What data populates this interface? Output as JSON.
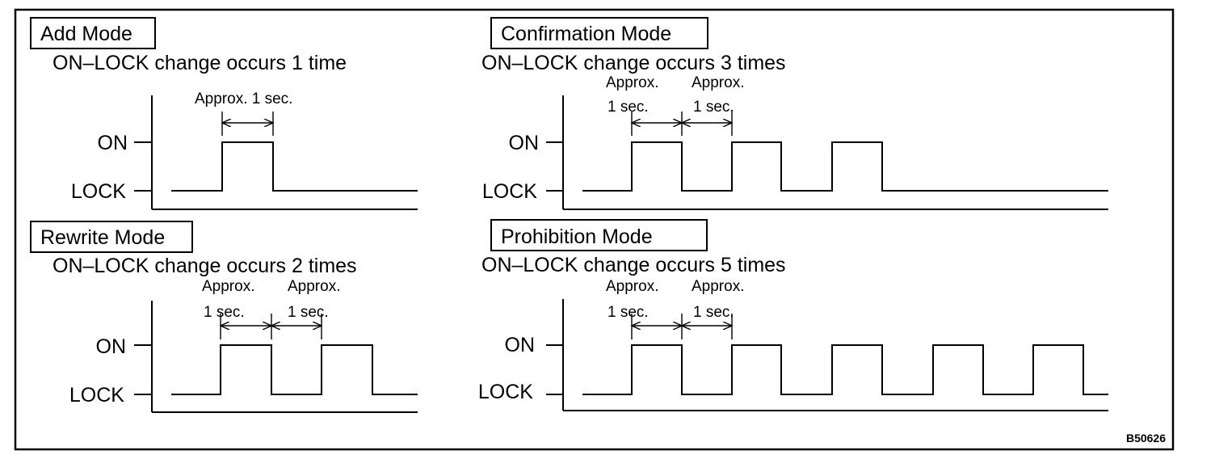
{
  "figure_code": "B50626",
  "level_labels": {
    "on": "ON",
    "lock": "LOCK"
  },
  "panels": [
    {
      "mode": "Add Mode",
      "description": "ON–LOCK change occurs 1 time",
      "pulse_count": 1,
      "timing_labels": [
        {
          "line1": "Approx. 1 sec.",
          "line2": ""
        }
      ]
    },
    {
      "mode": "Confirmation Mode",
      "description": "ON–LOCK change occurs 3 times",
      "pulse_count": 3,
      "timing_labels": [
        {
          "line1": "Approx.",
          "line2": "1 sec."
        },
        {
          "line1": "Approx.",
          "line2": "1 sec."
        }
      ]
    },
    {
      "mode": "Rewrite Mode",
      "description": "ON–LOCK change occurs 2 times",
      "pulse_count": 2,
      "timing_labels": [
        {
          "line1": "Approx.",
          "line2": "1 sec."
        },
        {
          "line1": "Approx.",
          "line2": "1 sec."
        }
      ]
    },
    {
      "mode": "Prohibition Mode",
      "description": "ON–LOCK change occurs 5 times",
      "pulse_count": 5,
      "timing_labels": [
        {
          "line1": "Approx.",
          "line2": "1 sec."
        },
        {
          "line1": "Approx.",
          "line2": "1 sec."
        }
      ]
    }
  ]
}
